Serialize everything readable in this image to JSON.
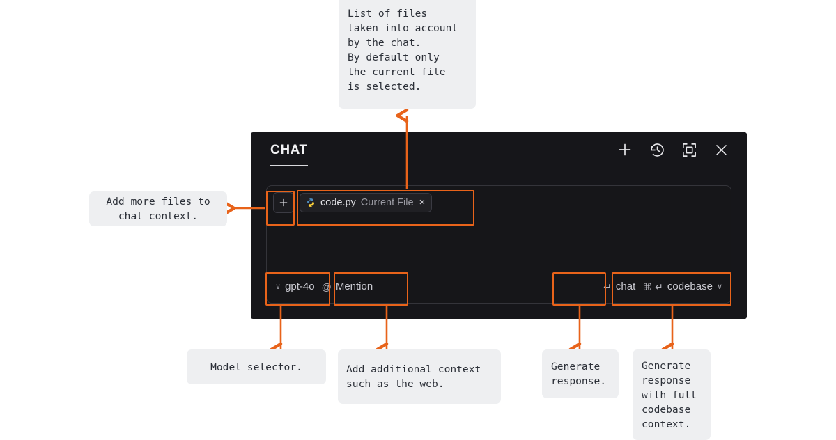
{
  "panel": {
    "tab_label": "CHAT",
    "header_icons": [
      {
        "name": "new-chat-icon",
        "label": "plus"
      },
      {
        "name": "history-icon",
        "label": "history"
      },
      {
        "name": "maximize-icon",
        "label": "maximize"
      },
      {
        "name": "close-icon",
        "label": "close"
      }
    ],
    "composer": {
      "add_files_label": "+",
      "file_chip": {
        "icon": "python-file-icon",
        "name": "code.py",
        "subtitle": "Current File",
        "close": "×"
      },
      "model_selector": {
        "chevron": "∨",
        "label": "gpt-4o"
      },
      "mention": {
        "glyph": "@",
        "label": "Mention"
      },
      "chat_submit": {
        "glyph": "↵",
        "label": "chat"
      },
      "codebase_submit": {
        "glyph": "⌘ ↵",
        "label": "codebase",
        "chevron": "∨"
      }
    }
  },
  "annotations": {
    "files_list": "List of files\ntaken into account\nby the chat.\nBy default only\nthe current file\nis selected.",
    "add_files": "Add more files to\nchat context.",
    "model_selector": "Model selector.",
    "additional_context": "Add additional context\nsuch as the web.",
    "generate_response": "Generate\nresponse.",
    "generate_codebase": "Generate\nresponse\nwith full\ncodebase\ncontext."
  },
  "colors": {
    "accent": "#e8631a",
    "panel_bg": "#16161a",
    "callout_bg": "#eeeff1",
    "page_bg": "#ffffff"
  }
}
